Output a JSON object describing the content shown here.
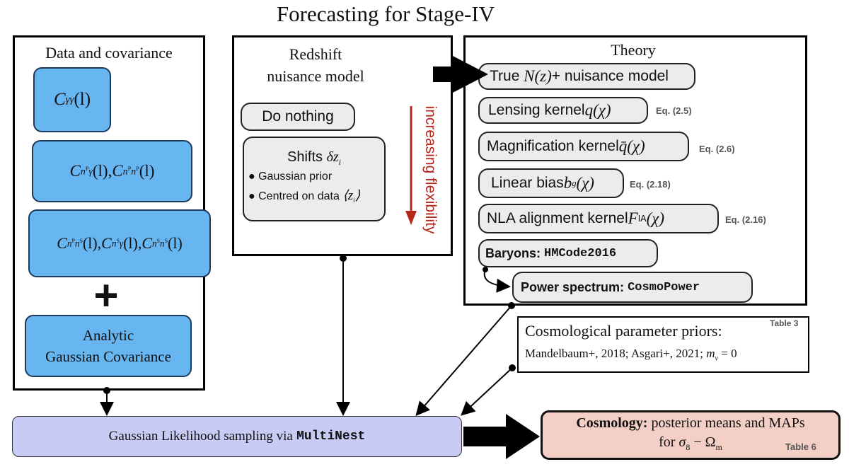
{
  "title": "Forecasting for Stage-IV",
  "data_panel": {
    "heading": "Data and covariance",
    "box1": "C",
    "box1_sub": "γγ",
    "box1_arg": "(l)",
    "box2_a": "C",
    "box2_a_sub": "n",
    "box2_a_sup": "P",
    "box2_a_sub2": "γ",
    "box2_a_arg": "(l), ",
    "box2_b": "C",
    "box2_b_sub": "n",
    "box2_b_sup": "P",
    "box2_b_sub2": "n",
    "box2_b_sup2": "P",
    "box2_b_arg": "(l)",
    "box3_a": "C",
    "box3_a_arg": "(l), ",
    "box3_b": "C",
    "box3_b_arg": "(l), ",
    "box3_c": "C",
    "box3_c_arg": "(l)",
    "plus": "+",
    "cov_line1": "Analytic",
    "cov_line2": "Gaussian Covariance"
  },
  "redshift_panel": {
    "heading_line1": "Redshift",
    "heading_line2": "nuisance model",
    "do_nothing": "Do nothing",
    "shifts_label": "Shifts ",
    "shifts_sym": "δz",
    "shifts_sub": "i",
    "bullet1": "Gaussian prior",
    "bullet2": "Centred on data ",
    "bullet2_sym": "⟨z",
    "bullet2_sub": "i",
    "bullet2_close": "⟩",
    "flex_label": "increasing flexibility"
  },
  "theory_panel": {
    "heading": "Theory",
    "items": [
      {
        "label": "True ",
        "math": "N(z)",
        "rest": " + nuisance model",
        "eq": ""
      },
      {
        "label": "Lensing kernel ",
        "math": "q(χ)",
        "rest": "",
        "eq": "Eq. (2.5)"
      },
      {
        "label": "Magnification kernel ",
        "math": "q̄(χ)",
        "rest": "",
        "eq": "Eq. (2.6)"
      },
      {
        "label": "Linear bias ",
        "math": "b",
        "math_sub": "g",
        "math_after": "(χ)",
        "rest": "",
        "eq": "Eq. (2.18)"
      },
      {
        "label": "NLA alignment kernel ",
        "math": "F",
        "math_sub": "IA",
        "math_after": "(χ)",
        "rest": "",
        "eq": "Eq. (2.16)"
      }
    ],
    "baryons_label": "Baryons: ",
    "baryons_code": "HMCode2016",
    "power_label": "Power spectrum: ",
    "power_code": "CosmoPower"
  },
  "priors": {
    "heading": "Cosmological parameter priors:",
    "table_ref": "Table 3",
    "refs": "Mandelbaum+, 2018; Asgari+, 2021; ",
    "mnu": "m",
    "mnu_sub": "ν",
    "mnu_val": " = 0"
  },
  "likelihood": {
    "text": "Gaussian Likelihood sampling via ",
    "code": "MultiNest"
  },
  "cosmology": {
    "bold": "Cosmology:",
    "line1_rest": " posterior means and MAPs",
    "line2_pre": "for ",
    "sigma": "σ",
    "sigma_sub": "8",
    "dash": " − ",
    "omega": "Ω",
    "omega_sub": "m",
    "table_ref": "Table 6"
  },
  "colors": {
    "blue_box": "#67b6f2",
    "grey_box": "#ececec",
    "likelihood_box": "#c8ccf4",
    "cosmology_box": "#f3cfc6",
    "flex_arrow": "#b4281e"
  }
}
